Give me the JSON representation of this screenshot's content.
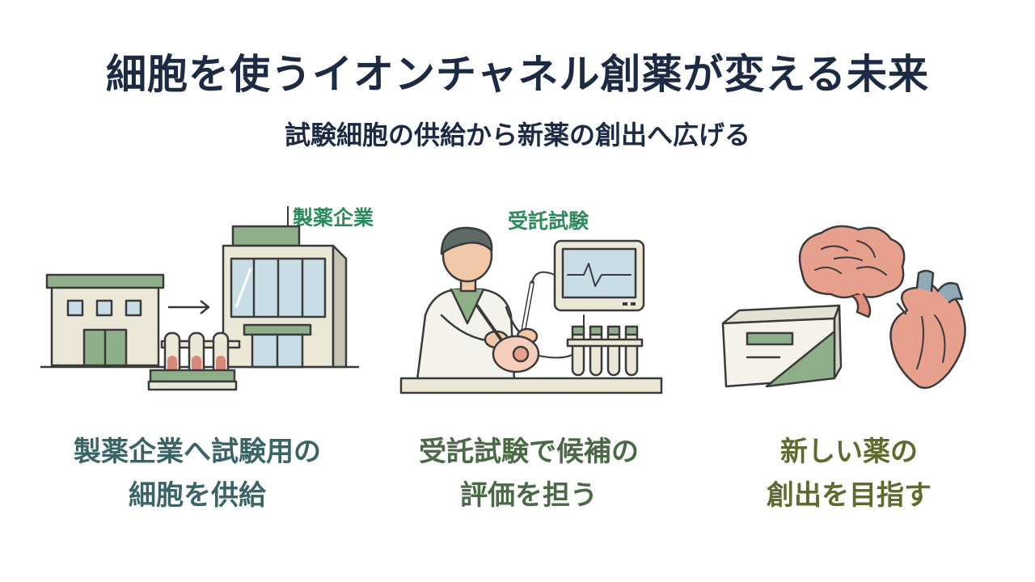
{
  "header": {
    "title": "細胞を使うイオンチャネル創薬が変える未来",
    "subtitle": "試験細胞の供給から新薬の創出へ広げる"
  },
  "panels": [
    {
      "tag": "製薬企業",
      "caption_lines": [
        "製薬企業へ試験用の",
        "細胞を供給"
      ],
      "caption_color": "#3a6468",
      "icons": [
        "factory-icon",
        "arrow-right-icon",
        "test-tube-rack-icon",
        "office-building-icon"
      ]
    },
    {
      "tag": "受託試験",
      "caption_lines": [
        "受託試験で候補の",
        "評価を担う"
      ],
      "caption_color": "#4a6a46",
      "icons": [
        "scientist-icon",
        "monitor-waveform-icon",
        "petri-dish-icon",
        "test-tube-rack-icon"
      ]
    },
    {
      "caption_lines": [
        "新しい薬の",
        "創出を目指す"
      ],
      "caption_color": "#5f6a2e",
      "icons": [
        "medicine-box-icon",
        "brain-icon",
        "heart-icon"
      ]
    }
  ],
  "colors": {
    "title": "#1d2a44",
    "tag": "#2e8a5c",
    "outline": "#3a3a3a",
    "sage": "#8fae8a",
    "cream": "#ece8d8",
    "glass": "#c9dde6",
    "tube_liquid": "#d9877a",
    "organ": "#e8a08e"
  }
}
